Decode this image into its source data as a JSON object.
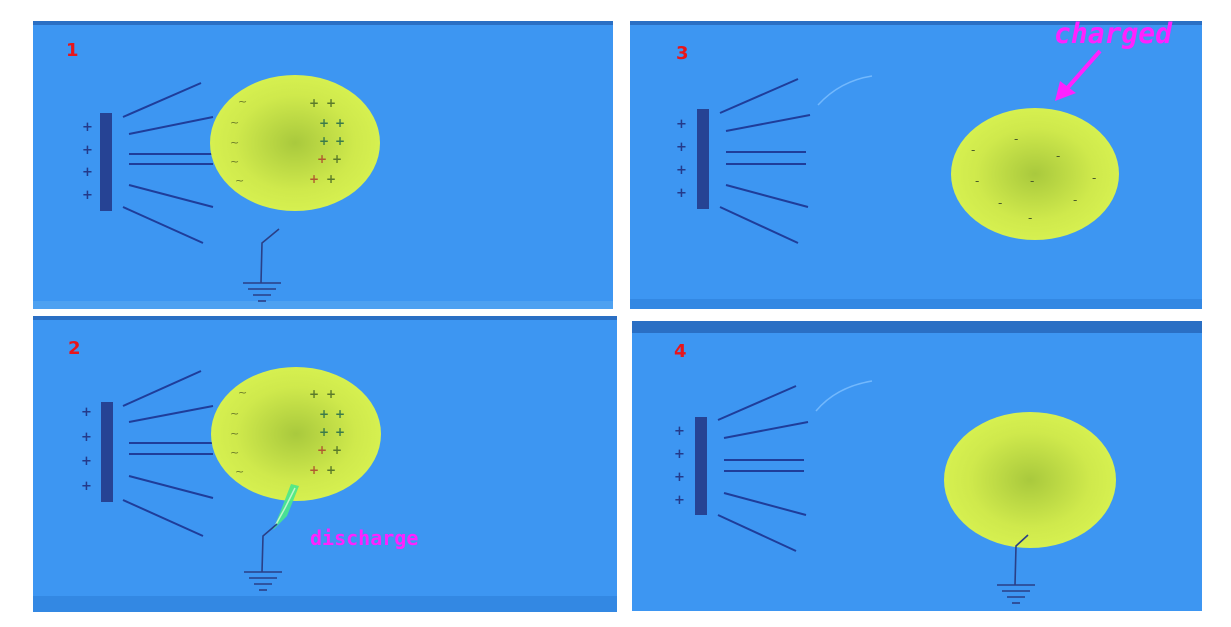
{
  "colors": {
    "screen_blue": "#3d96f2",
    "screen_border": "#2a6fc4",
    "sphere_fill": "#d4ee4e",
    "sphere_center": "#a9c93d",
    "field_line": "#1f3d9a",
    "plate": "#243a8a",
    "ground": "#2a3f86",
    "panel_number": "#e8151a",
    "overlay_label": "#ff22ff",
    "spark": "#49e88c"
  },
  "panels": [
    {
      "number": "1"
    },
    {
      "number": "2"
    },
    {
      "number": "3"
    },
    {
      "number": "4"
    }
  ],
  "labels": {
    "charged": "charged",
    "discharge": "discharge"
  },
  "icons": [
    "positive-charge-icon",
    "negative-charge-icon",
    "ground-symbol-icon",
    "arrow-icon",
    "spark-icon"
  ]
}
